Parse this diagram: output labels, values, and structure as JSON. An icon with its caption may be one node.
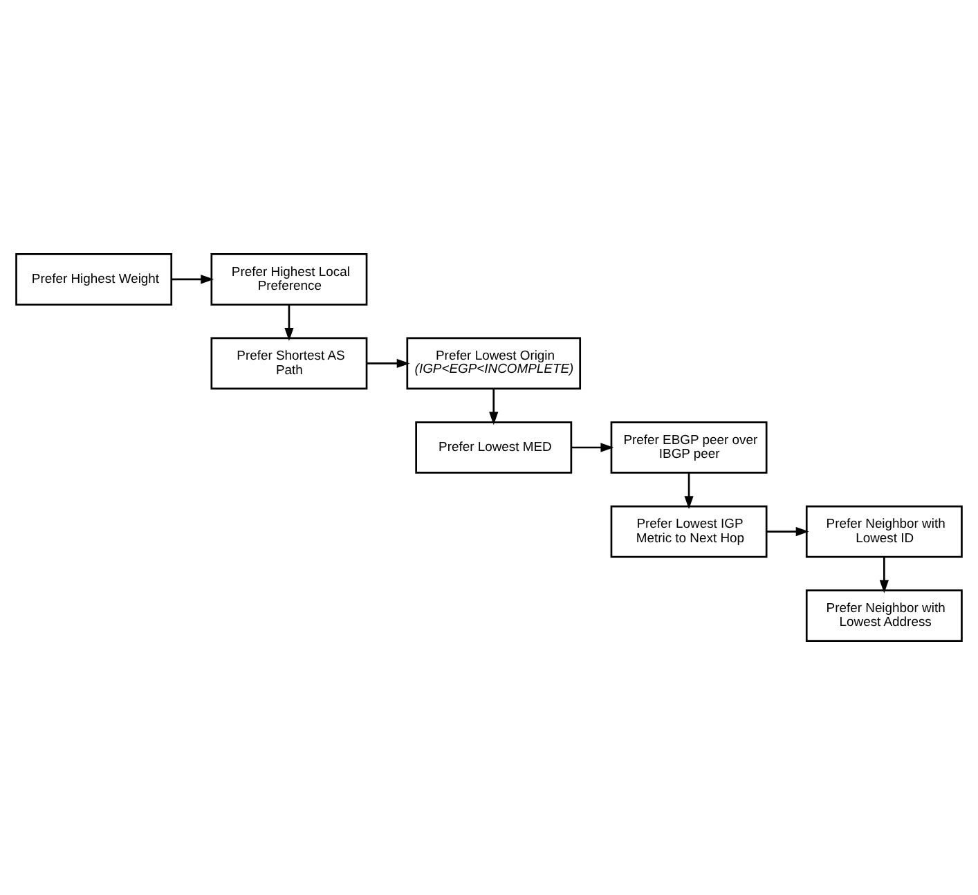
{
  "diagram": {
    "nodes": [
      {
        "text": [
          "Prefer Highest Weight"
        ]
      },
      {
        "text": [
          "Prefer Highest Local Preference"
        ]
      },
      {
        "text": [
          "Prefer Shortest AS Path"
        ]
      },
      {
        "text": [
          "Prefer Lowest Origin",
          "(IGP<EGP<INCOMPLETE)"
        ]
      },
      {
        "text": [
          "Prefer Lowest MED"
        ]
      },
      {
        "text": [
          "Prefer EBGP peer over IBGP peer"
        ]
      },
      {
        "text": [
          "Prefer Lowest IGP Metric to Next Hop"
        ]
      },
      {
        "text": [
          "Prefer Neighbor with Lowest ID"
        ]
      },
      {
        "text": [
          "Prefer Neighbor with Lowest Address"
        ]
      }
    ],
    "edges": [
      {
        "from": 0,
        "to": 1,
        "arrow": "to"
      },
      {
        "from": 1,
        "to": 2,
        "arrow": "to"
      },
      {
        "from": 2,
        "to": 3,
        "arrow": "to"
      },
      {
        "from": 3,
        "to": 4,
        "arrow": "to"
      },
      {
        "from": 4,
        "to": 5,
        "arrow": "to"
      },
      {
        "from": 5,
        "to": 6,
        "arrow": "to"
      },
      {
        "from": 6,
        "to": 7,
        "arrow": "to"
      },
      {
        "from": 7,
        "to": 8,
        "arrow": "to"
      }
    ]
  }
}
